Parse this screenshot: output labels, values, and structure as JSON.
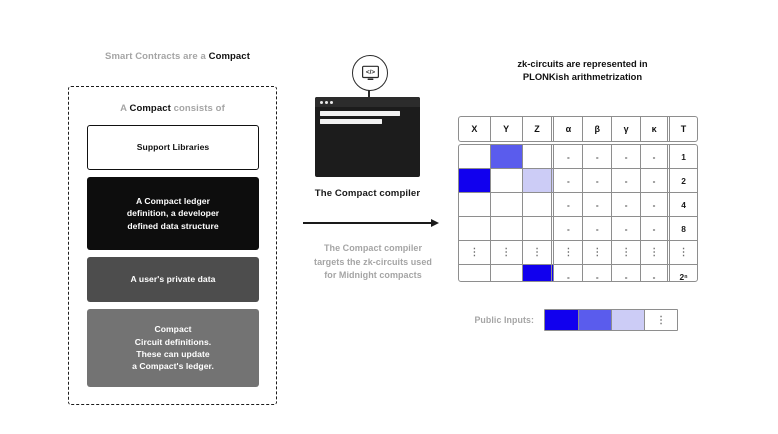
{
  "left": {
    "heading_pre": "Smart Contracts are a ",
    "heading_bold": "Compact",
    "consists_pre": "A ",
    "consists_bold": "Compact",
    "consists_post": " consists of",
    "boxes": [
      {
        "name": "support-libraries",
        "text": "Support Libraries",
        "style": "outline"
      },
      {
        "name": "compact-ledger",
        "line1_pre": "A ",
        "line1_bold": "Compact",
        "line1_post": " ledger",
        "line2": "definition, a developer",
        "line3": "defined data structure",
        "style": "black"
      },
      {
        "name": "user-private-data",
        "text": "A user's private data",
        "style": "dark-gray"
      },
      {
        "name": "compact-circuit",
        "line1": "Compact",
        "line2": "Circuit definitions.",
        "line3": "These can update",
        "line4": "a Compact's ledger.",
        "style": "gray"
      }
    ]
  },
  "center": {
    "badge_icon": "code-monitor-icon",
    "window_dots": 3,
    "caption": "The Compact compiler",
    "arrow_caption_line1": "The Compact compiler",
    "arrow_caption_line2": "targets the zk-circuits used",
    "arrow_caption_line3": "for Midnight compacts"
  },
  "right": {
    "heading_line1": "zk-circuits are represented in",
    "heading_line2": "PLONKish arithmetrization",
    "columns": [
      "X",
      "Y",
      "Z",
      "α",
      "β",
      "γ",
      "κ",
      "T"
    ],
    "rows": [
      {
        "cells": [
          "",
          "",
          "",
          "-",
          "-",
          "-",
          "-",
          "1"
        ],
        "fills": [
          "",
          "medium",
          "",
          "",
          "",
          "",
          "",
          ""
        ]
      },
      {
        "cells": [
          "",
          "",
          "",
          "-",
          "-",
          "-",
          "-",
          "2"
        ],
        "fills": [
          "dark",
          "",
          "light",
          "",
          "",
          "",
          "",
          ""
        ]
      },
      {
        "cells": [
          "",
          "",
          "",
          "-",
          "-",
          "-",
          "-",
          "4"
        ],
        "fills": [
          "",
          "",
          "",
          "",
          "",
          "",
          "",
          ""
        ]
      },
      {
        "cells": [
          "",
          "",
          "",
          "-",
          "-",
          "-",
          "-",
          "8"
        ],
        "fills": [
          "",
          "",
          "",
          "",
          "",
          "",
          "",
          ""
        ]
      },
      {
        "cells": [
          "⋮",
          "⋮",
          "⋮",
          "⋮",
          "⋮",
          "⋮",
          "⋮",
          "⋮"
        ],
        "fills": [
          "",
          "",
          "",
          "",
          "",
          "",
          "",
          ""
        ]
      },
      {
        "cells": [
          "",
          "",
          "",
          "-",
          "-",
          "-",
          "-",
          "2ⁿ"
        ],
        "fills": [
          "",
          "",
          "dark",
          "",
          "",
          "",
          "",
          ""
        ]
      }
    ],
    "public_inputs_label": "Public Inputs:",
    "public_inputs_cells": [
      {
        "fill": "dark",
        "text": ""
      },
      {
        "fill": "medium",
        "text": ""
      },
      {
        "fill": "light",
        "text": ""
      },
      {
        "fill": "",
        "text": "⋮"
      }
    ]
  },
  "colors": {
    "blue_dark": "#1100ee",
    "blue_medium": "#5a5ced",
    "blue_light": "#ccccf6",
    "text_gray": "#a5a5a5",
    "text_black": "#111111",
    "box_black": "#0d0d0d",
    "box_dark_gray": "#4d4d4d",
    "box_gray": "#737373",
    "border_gray": "#8e8e8e",
    "background": "#ffffff"
  }
}
